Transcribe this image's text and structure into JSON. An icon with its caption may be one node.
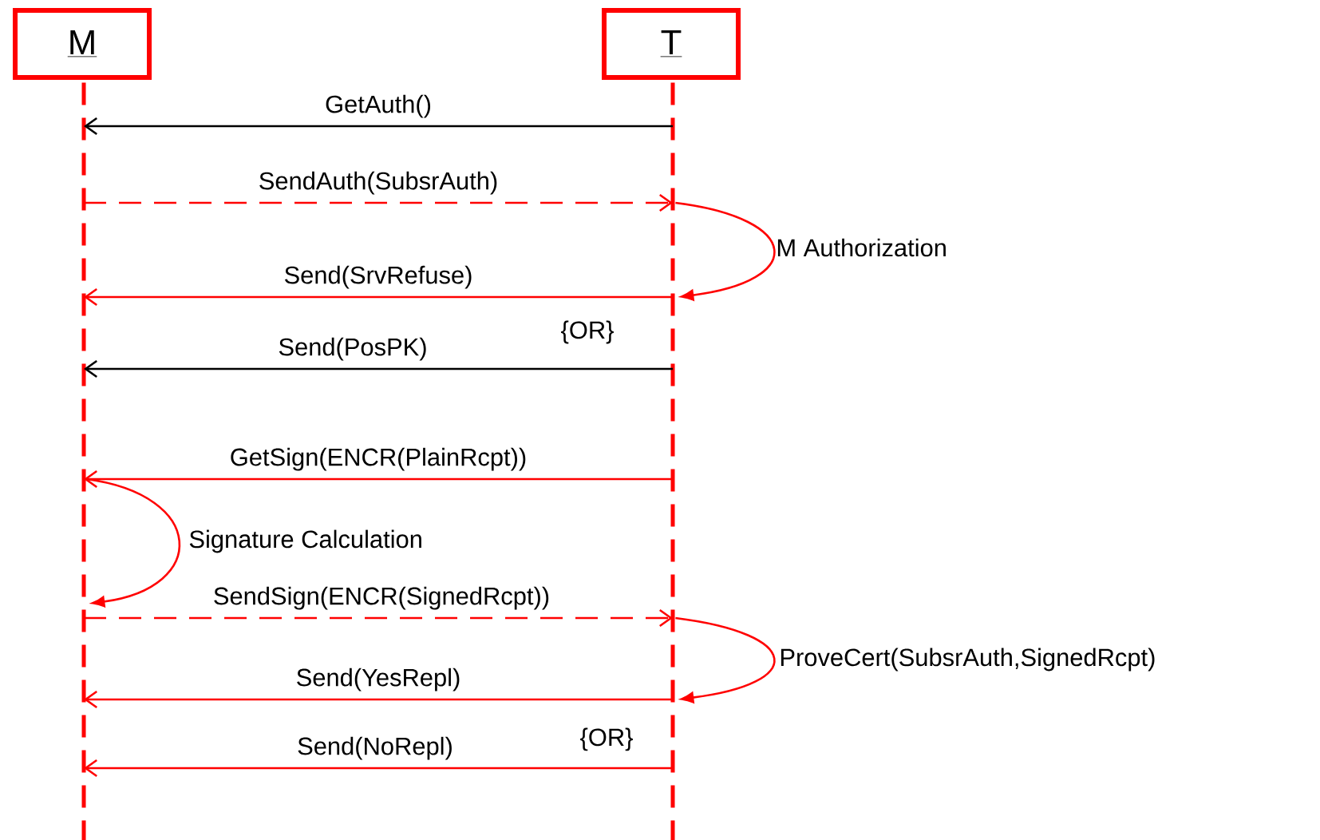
{
  "diagram": {
    "nodes": [
      {
        "text": [
          "M"
        ]
      },
      {
        "text": [
          "T"
        ]
      },
      {
        "text": [],
        "shape": "bar"
      },
      {
        "text": [],
        "shape": "bar"
      }
    ],
    "edges": [
      {
        "from": 3,
        "to": 2,
        "arrow": "to",
        "label": "GetAuth()",
        "color": "#000000"
      },
      {
        "from": 2,
        "to": 3,
        "arrow": "to",
        "label": "SendAuth(SubsrAuth)",
        "style": "dashed"
      },
      {
        "from": 3,
        "to": 3,
        "arrow": "to",
        "label": "M Authorization"
      },
      {
        "from": 3,
        "to": 2,
        "arrow": "to",
        "label": "Send(SrvRefuse)"
      },
      {
        "from": 3,
        "to": 2,
        "arrow": "to",
        "label": "Send(PosPK)",
        "color": "#000000"
      },
      {
        "from": 3,
        "to": 2,
        "arrow": "to",
        "label": "GetSign(ENCR(PlainRcpt))"
      },
      {
        "from": 2,
        "to": 2,
        "arrow": "to",
        "label": "Signature Calculation"
      },
      {
        "from": 2,
        "to": 3,
        "arrow": "to",
        "label": "SendSign(ENCR(SignedRcpt))",
        "style": "dashed"
      },
      {
        "from": 3,
        "to": 3,
        "arrow": "to",
        "label": "ProveCert(SubsrAuth,SignedRcpt)"
      },
      {
        "from": 3,
        "to": 2,
        "arrow": "to",
        "label": "Send(YesRepl)"
      },
      {
        "from": 3,
        "to": 2,
        "arrow": "to",
        "label": "Send(NoRepl)"
      }
    ],
    "labels": [
      "{OR}",
      "{OR}"
    ]
  }
}
